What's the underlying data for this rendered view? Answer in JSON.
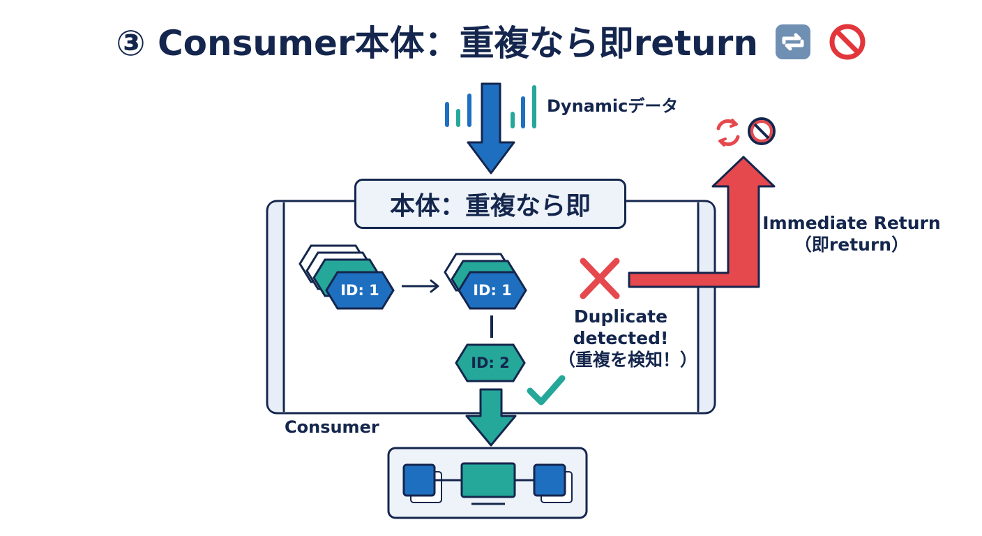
{
  "title": {
    "text": "③ Consumer本体：重複なら即return",
    "emoji_icons": [
      "repeat-icon",
      "prohibited-icon"
    ]
  },
  "input_label": "Dynamicデータ",
  "consumer_box": {
    "header": "本体：重複なら即",
    "label": "Consumer"
  },
  "messages": [
    {
      "id": "ID: 1"
    },
    {
      "id": "ID: 1"
    },
    {
      "id": "ID: 2"
    }
  ],
  "duplicate_note": {
    "line1": "Duplicate",
    "line2": "detected!",
    "line3": "（重複を検知！）"
  },
  "return_note": {
    "line1": "Immediate Return",
    "line2": "（即return）"
  },
  "colors": {
    "navy": "#14264d",
    "blue": "#1f6fc0",
    "teal": "#25a79a",
    "red": "#e5484d",
    "panel": "#eef3fa"
  }
}
